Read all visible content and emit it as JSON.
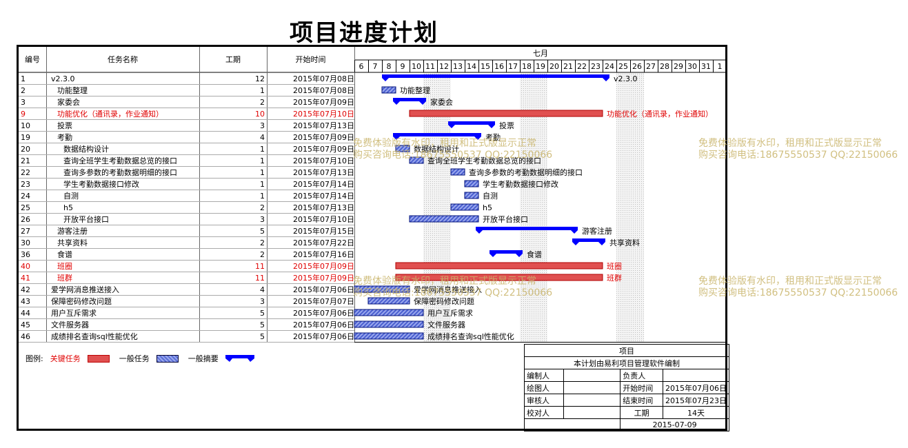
{
  "title": "项目进度计划",
  "headers": {
    "id": "编号",
    "name": "任务名称",
    "duration": "工期",
    "start": "开始时间",
    "month": "七月"
  },
  "days": [
    "6",
    "7",
    "8",
    "9",
    "10",
    "11",
    "12",
    "13",
    "14",
    "15",
    "16",
    "17",
    "18",
    "19",
    "20",
    "21",
    "22",
    "23",
    "24",
    "25",
    "26",
    "27",
    "28",
    "29",
    "30",
    "31",
    "1"
  ],
  "tasks": [
    {
      "id": "1",
      "name": "v2.3.0",
      "indent": 0,
      "duration": "12",
      "start": "2015年07月08日",
      "kind": "summary",
      "s": 2,
      "e": 18.5,
      "critical": false
    },
    {
      "id": "2",
      "name": "功能整理",
      "indent": 1,
      "duration": "1",
      "start": "2015年07月08日",
      "kind": "task",
      "s": 2,
      "e": 3,
      "critical": false
    },
    {
      "id": "3",
      "name": "家委会",
      "indent": 1,
      "duration": "2",
      "start": "2015年07月09日",
      "kind": "summary",
      "s": 2.8,
      "e": 5.2,
      "critical": false
    },
    {
      "id": "9",
      "name": "功能优化（通讯录，作业通知）",
      "indent": 1,
      "duration": "10",
      "start": "2015年07月10日",
      "kind": "task",
      "s": 4,
      "e": 18,
      "critical": true
    },
    {
      "id": "10",
      "name": "投票",
      "indent": 1,
      "duration": "3",
      "start": "2015年07月13日",
      "kind": "summary",
      "s": 6.8,
      "e": 10.2,
      "critical": false
    },
    {
      "id": "19",
      "name": "考勤",
      "indent": 1,
      "duration": "4",
      "start": "2015年07月09日",
      "kind": "summary",
      "s": 2.8,
      "e": 9.2,
      "critical": false
    },
    {
      "id": "20",
      "name": "数据结构设计",
      "indent": 2,
      "duration": "1",
      "start": "2015年07月09日",
      "kind": "task",
      "s": 3,
      "e": 4,
      "critical": false
    },
    {
      "id": "21",
      "name": "查询全班学生考勤数据总览的接口",
      "indent": 2,
      "duration": "1",
      "start": "2015年07月10日",
      "kind": "task",
      "s": 4,
      "e": 5,
      "critical": false
    },
    {
      "id": "22",
      "name": "查询多参数的考勤数据明细的接口",
      "indent": 2,
      "duration": "1",
      "start": "2015年07月13日",
      "kind": "task",
      "s": 7,
      "e": 8,
      "critical": false
    },
    {
      "id": "23",
      "name": "学生考勤数据接口修改",
      "indent": 2,
      "duration": "1",
      "start": "2015年07月14日",
      "kind": "task",
      "s": 8,
      "e": 9,
      "critical": false
    },
    {
      "id": "24",
      "name": "自测",
      "indent": 2,
      "duration": "1",
      "start": "2015年07月14日",
      "kind": "task",
      "s": 8,
      "e": 9,
      "critical": false
    },
    {
      "id": "25",
      "name": "h5",
      "indent": 2,
      "duration": "2",
      "start": "2015年07月13日",
      "kind": "task",
      "s": 7,
      "e": 9,
      "critical": false
    },
    {
      "id": "26",
      "name": "开放平台接口",
      "indent": 2,
      "duration": "3",
      "start": "2015年07月10日",
      "kind": "task",
      "s": 4,
      "e": 9,
      "critical": false
    },
    {
      "id": "27",
      "name": "游客注册",
      "indent": 1,
      "duration": "5",
      "start": "2015年07月15日",
      "kind": "summary",
      "s": 8.8,
      "e": 16.2,
      "critical": false
    },
    {
      "id": "30",
      "name": "共享资料",
      "indent": 1,
      "duration": "2",
      "start": "2015年07月22日",
      "kind": "summary",
      "s": 15.8,
      "e": 18.2,
      "critical": false
    },
    {
      "id": "36",
      "name": "食谱",
      "indent": 1,
      "duration": "2",
      "start": "2015年07月16日",
      "kind": "summary",
      "s": 9.8,
      "e": 12.2,
      "critical": false
    },
    {
      "id": "40",
      "name": "班圈",
      "indent": 1,
      "duration": "11",
      "start": "2015年07月09日",
      "kind": "task",
      "s": 3,
      "e": 18,
      "critical": true
    },
    {
      "id": "41",
      "name": "班群",
      "indent": 1,
      "duration": "11",
      "start": "2015年07月09日",
      "kind": "task",
      "s": 3,
      "e": 18,
      "critical": true
    },
    {
      "id": "42",
      "name": "爱学网消息推送接入",
      "indent": 0,
      "duration": "4",
      "start": "2015年07月06日",
      "kind": "task",
      "s": 0,
      "e": 4,
      "critical": false
    },
    {
      "id": "43",
      "name": "保障密码修改问题",
      "indent": 0,
      "duration": "3",
      "start": "2015年07月07日",
      "kind": "task",
      "s": 1,
      "e": 4,
      "critical": false
    },
    {
      "id": "44",
      "name": "用户互斥需求",
      "indent": 0,
      "duration": "5",
      "start": "2015年07月06日",
      "kind": "task",
      "s": 0,
      "e": 5,
      "critical": false
    },
    {
      "id": "45",
      "name": "文件服务器",
      "indent": 0,
      "duration": "5",
      "start": "2015年07月06日",
      "kind": "task",
      "s": 0,
      "e": 5,
      "critical": false
    },
    {
      "id": "46",
      "name": "成绩排名查询sql性能优化",
      "indent": 0,
      "duration": "5",
      "start": "2015年07月06日",
      "kind": "task",
      "s": 0,
      "e": 5,
      "critical": false
    }
  ],
  "legend": {
    "prefix": "图例:",
    "critical": "关键任务",
    "normal": "一般任务",
    "summary": "一般摘要"
  },
  "info": {
    "project": "项目",
    "made_by": "本计划由易利项目管理软件编制",
    "editor": "编制人",
    "owner": "负责人",
    "drawer": "绘图人",
    "start_label": "开始时间",
    "start_value": "2015年07月06日",
    "reviewer": "审核人",
    "end_label": "结束时间",
    "end_value": "2015年07月23日",
    "checker": "校对人",
    "duration_label": "工期",
    "duration_value": "14天",
    "date": "2015-07-09"
  },
  "watermark": {
    "line1": "免费体验版有水印，租用和正式版显示正常",
    "line2": "购买咨询电话:18675550537 QQ:22150066"
  },
  "colors": {
    "critical": "#e05050",
    "task": "#5b6fd6",
    "summary": "#0000ff",
    "weekend": "#e6e6e6"
  },
  "chart_data": {
    "type": "gantt",
    "x_unit": "day of July 2015",
    "weekend_days": [
      11,
      12,
      18,
      19,
      25,
      26
    ],
    "series": "tasks"
  }
}
